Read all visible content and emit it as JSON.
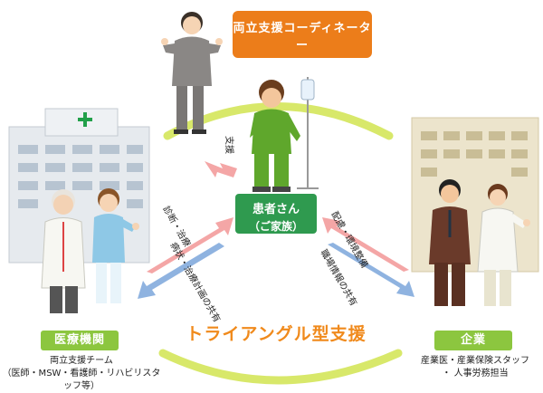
{
  "coordinator": {
    "title": "両立支援コーディネーター",
    "subtitle": "（両立支援チームの一員として）"
  },
  "patient": {
    "label": "患者さん",
    "sublabel": "（ご家族）"
  },
  "medical": {
    "label": "医療機関",
    "caption_line1": "両立支援チーム",
    "caption_line2": "（医師・MSW・看護師・リハビリスタッフ等）"
  },
  "company": {
    "label": "企業",
    "caption_line1": "産業医・産業保険スタッフ",
    "caption_line2": "・ 人事労務担当"
  },
  "arrows": {
    "support": "支援",
    "diagnosis": "診断・治療",
    "share_medical": "病状・治療計画の共有",
    "consideration": "配慮・環境整備",
    "share_work": "職場情報の共有"
  },
  "triangle_title": "トライアングル型支援",
  "colors": {
    "orange": "#ec7d1a",
    "green_dark": "#2f9a4f",
    "green_light": "#8cc63f",
    "arc": "#d8e86a",
    "arrow_pink": "#f4a6a6",
    "arrow_blue": "#8fb3e0"
  }
}
